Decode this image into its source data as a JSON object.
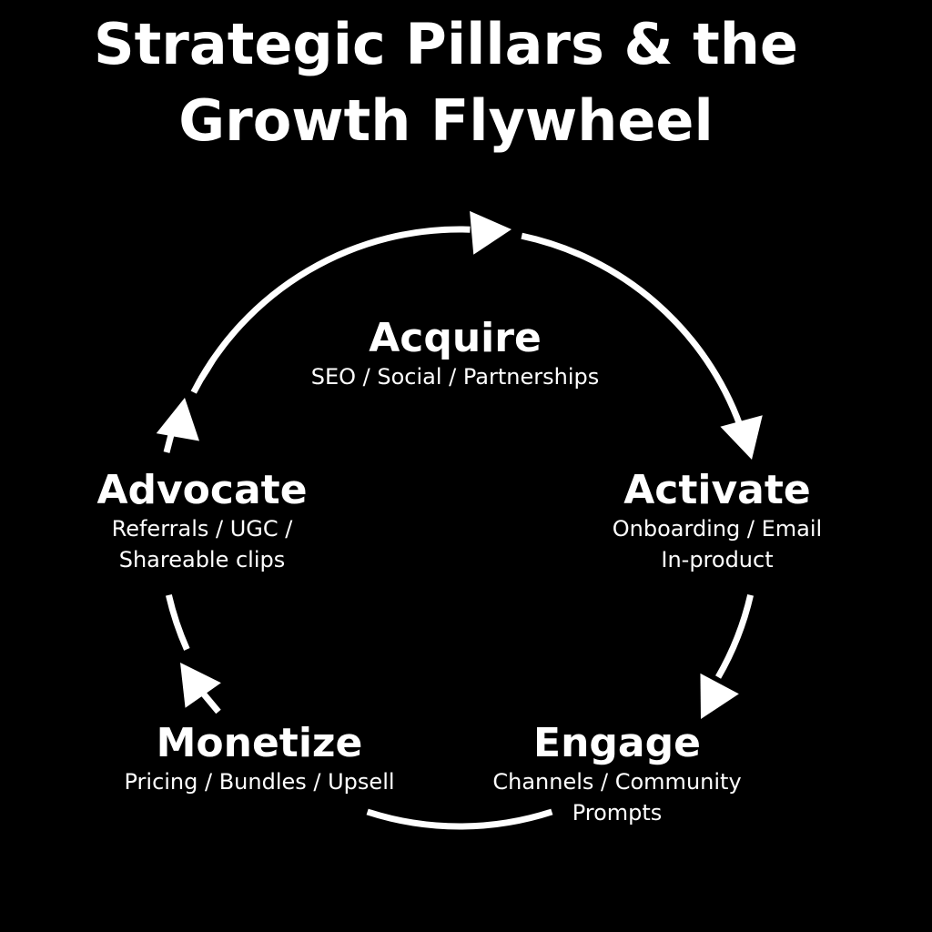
{
  "title": {
    "line1": "Strategic Pillars & the",
    "line2": "Growth Flywheel"
  },
  "nodes": [
    {
      "id": "acquire",
      "label": "Acquire",
      "lines": [
        "SEO / Social / Partnerships"
      ]
    },
    {
      "id": "activate",
      "label": "Activate",
      "lines": [
        "Onboarding / Email",
        "In-product"
      ]
    },
    {
      "id": "engage",
      "label": "Engage",
      "lines": [
        "Channels / Community",
        "Prompts"
      ]
    },
    {
      "id": "monetize",
      "label": "Monetize",
      "lines": [
        "Pricing / Bundles / Upsell"
      ]
    },
    {
      "id": "advocate",
      "label": "Advocate",
      "lines": [
        "Referrals / UGC /",
        "Shareable clips"
      ]
    }
  ],
  "colors": {
    "background": "#000000",
    "foreground": "#ffffff"
  }
}
